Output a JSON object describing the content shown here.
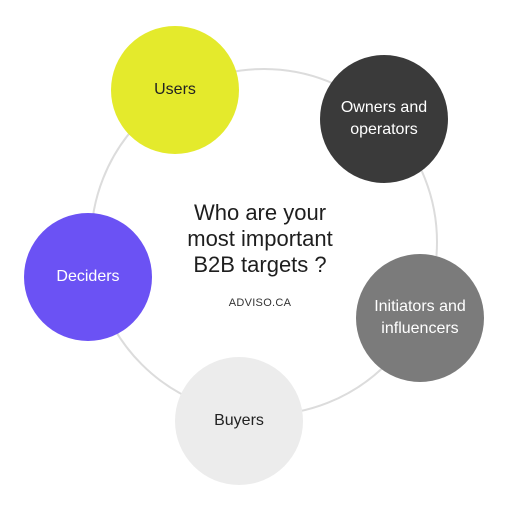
{
  "diagram": {
    "question_lines": [
      "Who are your",
      "most important",
      "B2B targets ?"
    ],
    "brand": "ADVISO.CA",
    "nodes": [
      {
        "id": "users",
        "lines": [
          "Users"
        ],
        "color": "#e4ea2c"
      },
      {
        "id": "owners",
        "lines": [
          "Owners and",
          "operators"
        ],
        "color": "#3a3a3a"
      },
      {
        "id": "initiators",
        "lines": [
          "Initiators and",
          "influencers"
        ],
        "color": "#7b7b7b"
      },
      {
        "id": "buyers",
        "lines": [
          "Buyers"
        ],
        "color": "#ececec"
      },
      {
        "id": "deciders",
        "lines": [
          "Deciders"
        ],
        "color": "#6b52f4"
      }
    ],
    "ring_color": "#dcdcdc"
  }
}
